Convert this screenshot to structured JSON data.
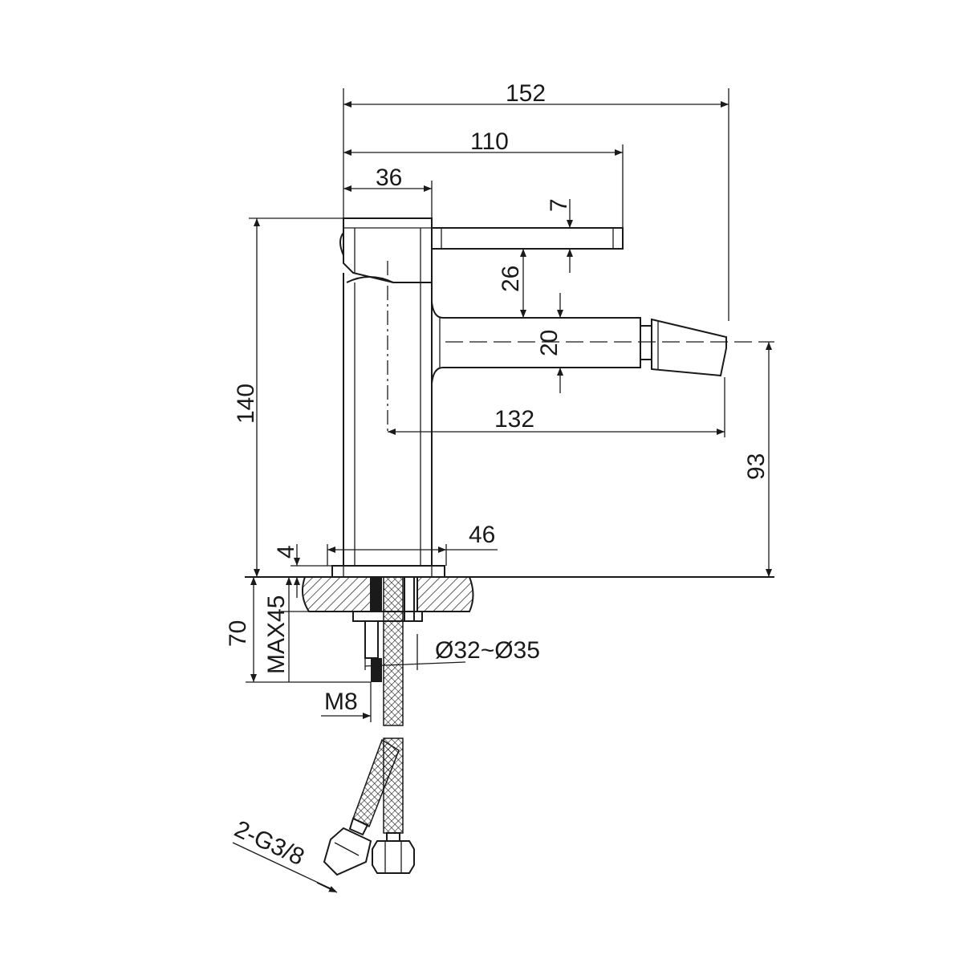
{
  "dimensions": {
    "overall_width": "152",
    "lever_reach": "110",
    "body_top_width": "36",
    "lever_thickness": "7",
    "lever_to_spout": "26",
    "spout_diameter": "20",
    "spout_reach": "132",
    "total_height": "140",
    "spout_height": "93",
    "base_width": "46",
    "base_thickness": "4",
    "deck_max": "MAX45",
    "below_deck": "70",
    "hole_diameter": "Ø32~Ø35",
    "stud_thread": "M8",
    "hose_connection": "2-G3/8"
  },
  "colors": {
    "line": "#1a1a1a",
    "background": "#ffffff"
  }
}
